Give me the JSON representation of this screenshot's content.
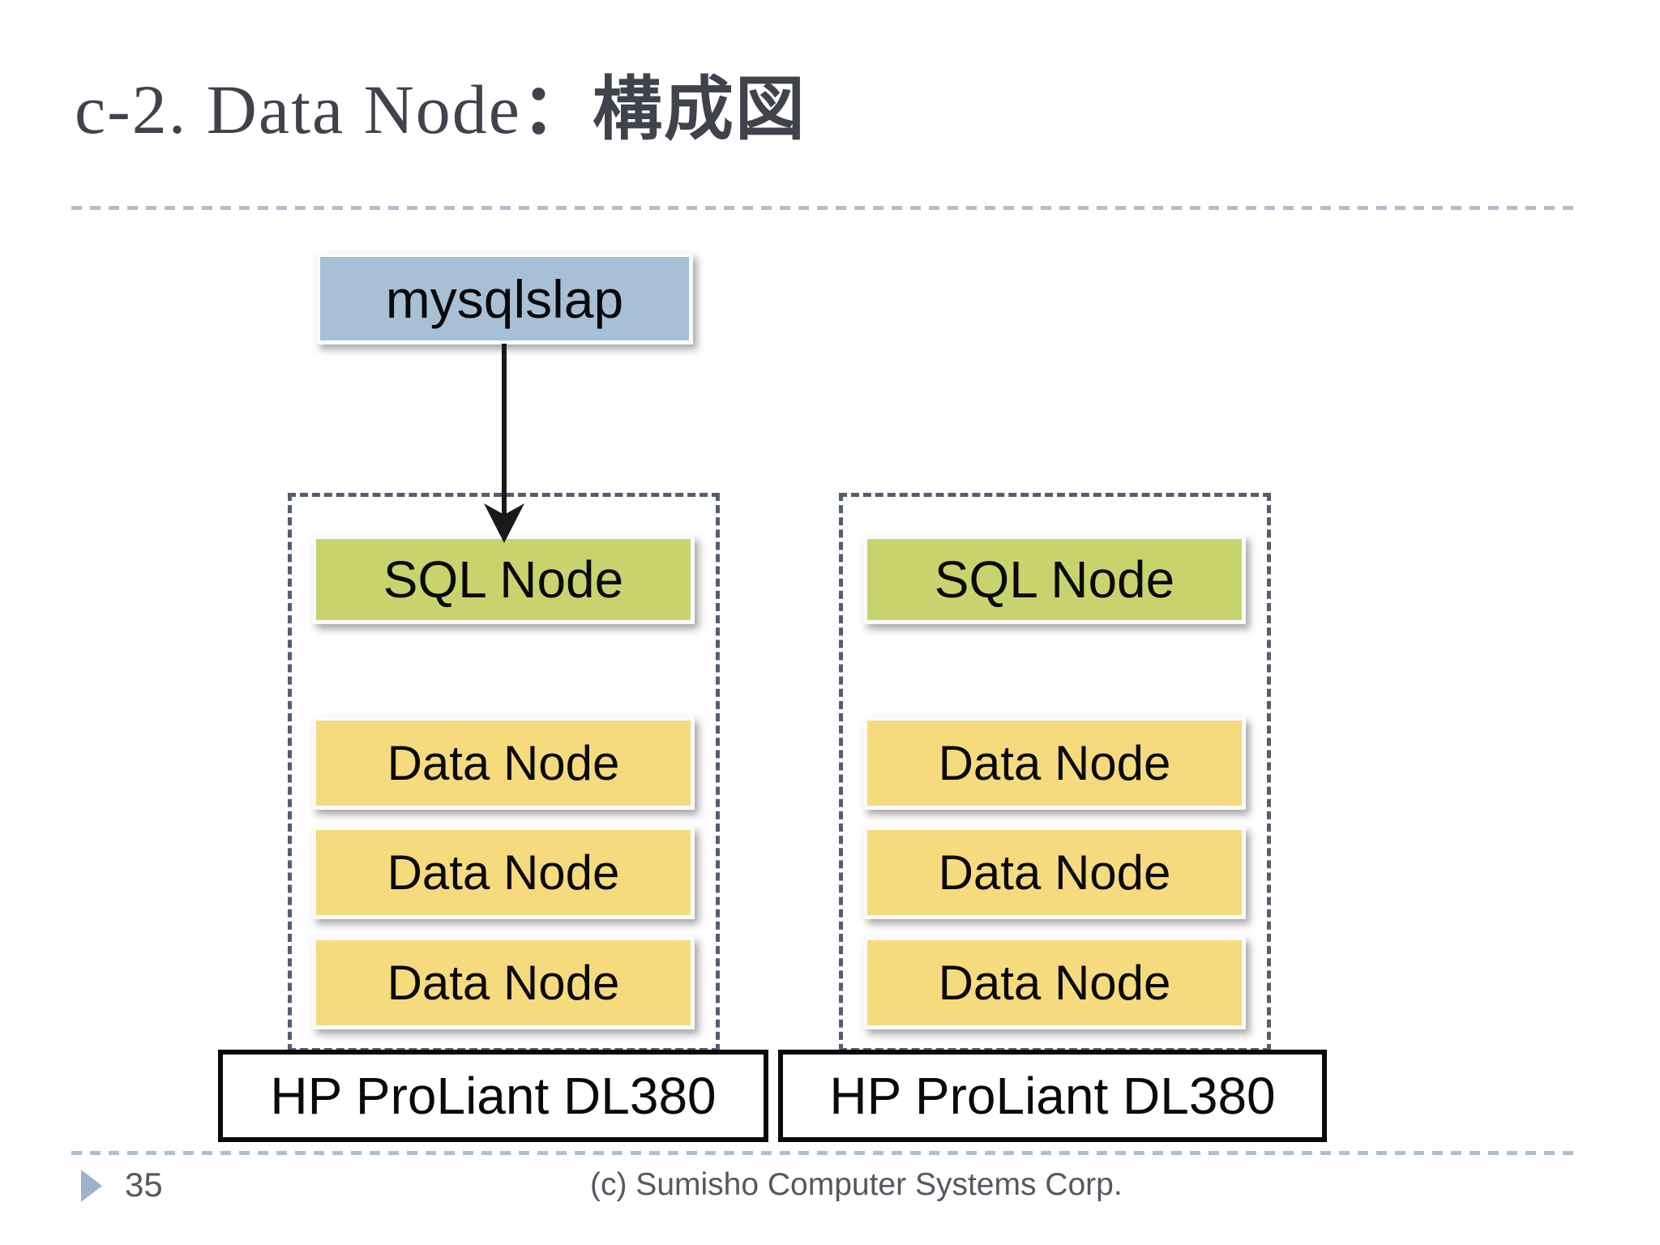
{
  "slide": {
    "title_latin": "c-2. Data Node",
    "title_jp": "：構成図",
    "page_number": "35",
    "copyright": "(c) Sumisho Computer Systems Corp."
  },
  "diagram": {
    "client_box": {
      "label": "mysqlslap"
    },
    "arrow": {
      "name": "mysqlslap-to-sql-node",
      "direction": "down"
    },
    "servers": [
      {
        "name": "HP ProLiant DL380",
        "sql_node": {
          "label": "SQL Node"
        },
        "data_nodes": [
          "Data Node",
          "Data Node",
          "Data Node"
        ]
      },
      {
        "name": "HP ProLiant DL380",
        "sql_node": {
          "label": "SQL Node"
        },
        "data_nodes": [
          "Data Node",
          "Data Node",
          "Data Node"
        ]
      }
    ],
    "colors": {
      "client_fill": "#a7c0d6",
      "sql_fill": "#c7d46e",
      "data_fill": "#f6da7e",
      "container_border": "#555e70",
      "divider_dash": "#aebfd0",
      "footer_text": "#55585f",
      "title_text": "#40434c",
      "footer_marker": "#9db2cc",
      "arrow": "#1a1a1a"
    }
  }
}
